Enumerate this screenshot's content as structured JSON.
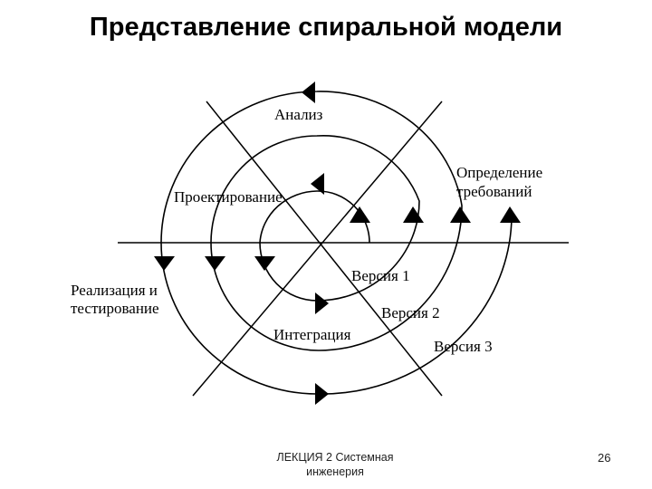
{
  "title": "Представление спиральной модели",
  "labels": {
    "analysis": "Анализ",
    "design": "Проектирование",
    "requirements_line1": "Определение",
    "requirements_line2": "требований",
    "implementation_line1": "Реализация и",
    "implementation_line2": "тестирование",
    "integration": "Интеграция",
    "version1": "Версия 1",
    "version2": "Версия 2",
    "version3": "Версия 3"
  },
  "footer": {
    "line1": "ЛЕКЦИЯ 2 Системная",
    "line2": "инженерия"
  },
  "page_number": "26"
}
